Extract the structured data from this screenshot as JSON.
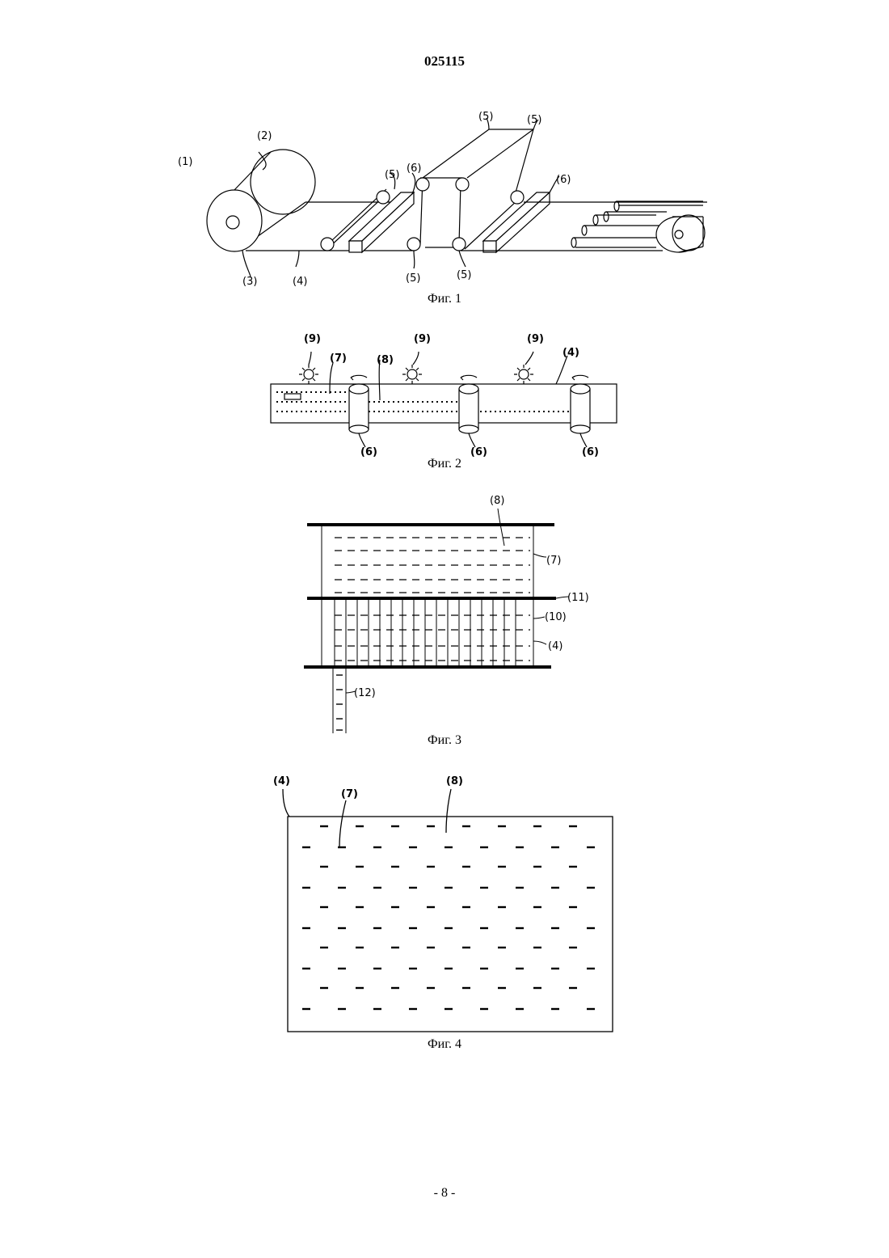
{
  "document_number": "025115",
  "page_number": "- 8 -",
  "figures": [
    {
      "caption": "Фиг. 1",
      "labels": [
        "(1)",
        "(2)",
        "(3)",
        "(4)",
        "(5)",
        "(5)",
        "(5)",
        "(5)",
        "(5)",
        "(6)",
        "(6)"
      ]
    },
    {
      "caption": "Фиг. 2",
      "labels": [
        "(9)",
        "(9)",
        "(9)",
        "(7)",
        "(8)",
        "(4)",
        "(6)",
        "(6)",
        "(6)"
      ]
    },
    {
      "caption": "Фиг. 3",
      "labels": [
        "(8)",
        "(7)",
        "(11)",
        "(10)",
        "(4)",
        "(12)"
      ]
    },
    {
      "caption": "Фиг. 4",
      "labels": [
        "(4)",
        "(7)",
        "(8)"
      ]
    }
  ]
}
